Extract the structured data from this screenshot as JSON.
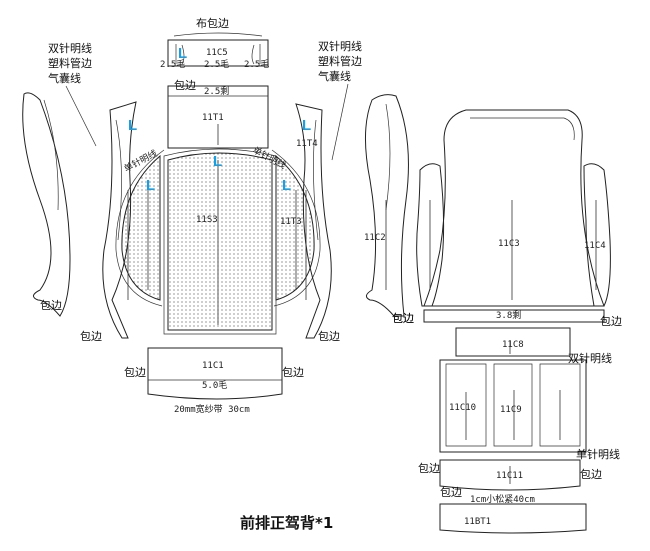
{
  "accent_color": "#1a9fe0",
  "title": "前排正驾背*1",
  "top_label": "布包边",
  "left_note": [
    "双针明线",
    "塑料管边",
    "气囊线"
  ],
  "right_note": [
    "双针明线",
    "塑料管边",
    "气囊线"
  ],
  "binding": "包边",
  "marks": {
    "letter": "L"
  },
  "c5": {
    "code": "11C5",
    "dim": "2.5毛"
  },
  "t1": {
    "code": "11T1",
    "top": "2.5剩"
  },
  "t4": "11T4",
  "s3": "11S3",
  "t3": "11T3",
  "c2": "11C2",
  "c3": "11C3",
  "c4": "11C4",
  "c8": {
    "code": "11C8",
    "dim": "3.8剩"
  },
  "c9": "11C9",
  "c10": "11C10",
  "c11": "11C11",
  "bt1": "11BT1",
  "c1": {
    "code": "11C1",
    "dim": "5.0毛",
    "strap": "20mm宽纱带 30cm"
  },
  "seam_double": "双针明线",
  "seam_single": "单针明线",
  "elastic": "1cm小松紧40cm",
  "slanted_left": "单针明线",
  "slanted_right": "单针明线"
}
